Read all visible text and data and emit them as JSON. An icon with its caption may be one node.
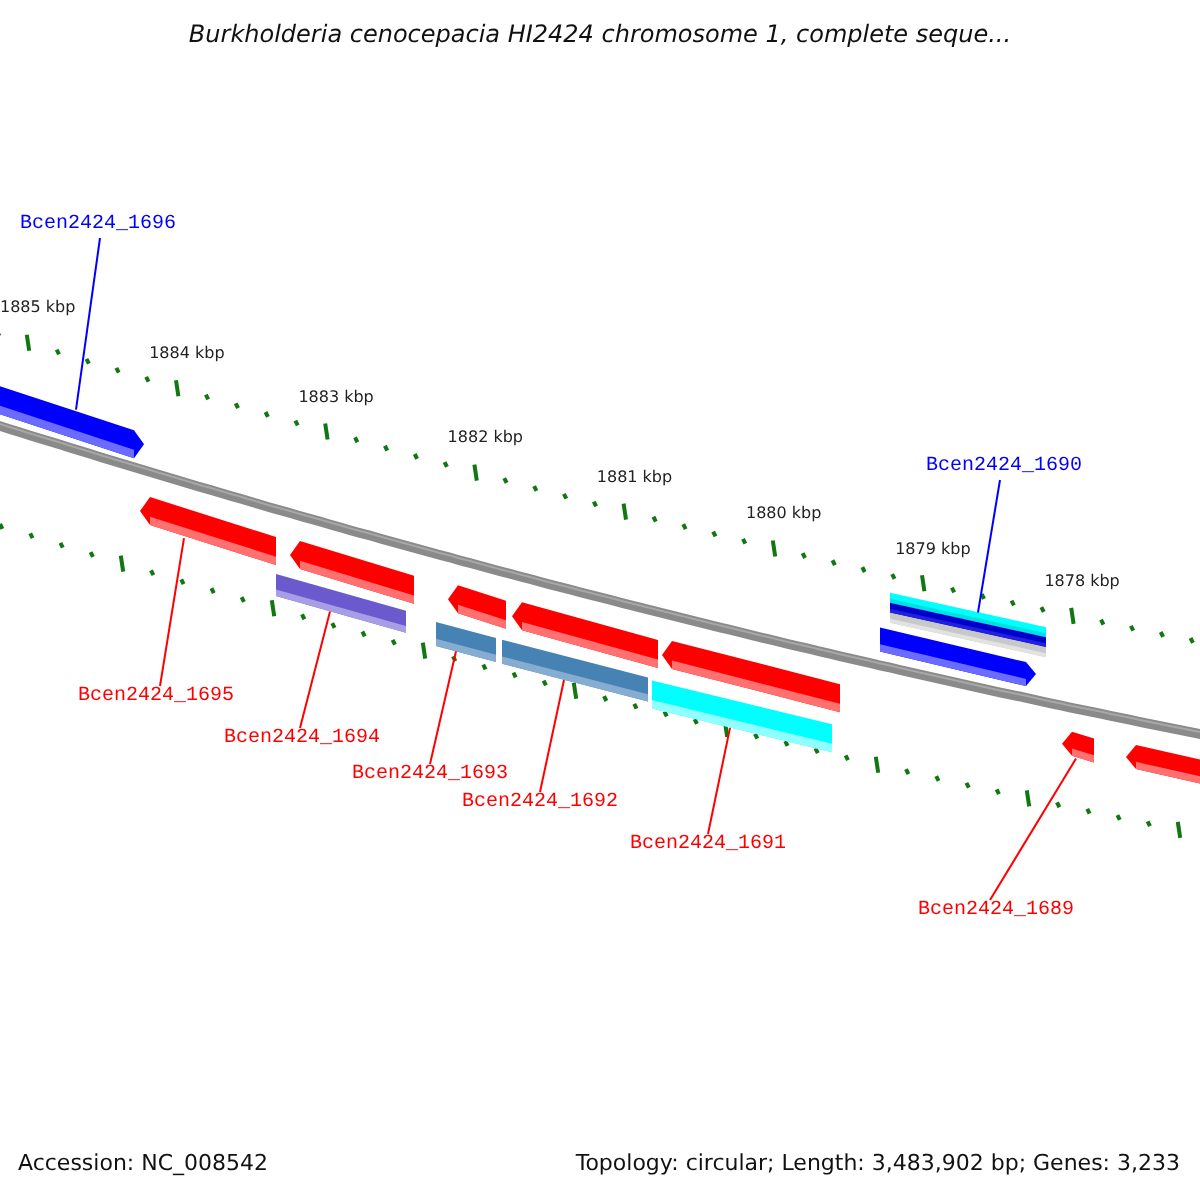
{
  "diagram": {
    "title": "Burkholderia cenocepacia HI2424 chromosome 1, complete seque...",
    "nodes": [
      {
        "text": [
          "Bcen2424_1696"
        ]
      },
      {
        "text": [],
        "shape": "bar"
      },
      {
        "text": [
          "Bcen2424_1695"
        ]
      },
      {
        "text": [],
        "shape": "bar"
      },
      {
        "text": [
          "Bcen2424_1694"
        ]
      },
      {
        "text": [],
        "shape": "bar"
      },
      {
        "text": [
          "Bcen2424_1693"
        ]
      },
      {
        "text": [],
        "shape": "bar"
      },
      {
        "text": [
          "Bcen2424_1692"
        ]
      },
      {
        "text": [],
        "shape": "bar"
      },
      {
        "text": [
          "Bcen2424_1691"
        ]
      },
      {
        "text": [],
        "shape": "bar"
      },
      {
        "text": [
          "Bcen2424_1690"
        ]
      },
      {
        "text": [],
        "shape": "bar"
      },
      {
        "text": [
          "Bcen2424_1689"
        ]
      },
      {
        "text": [],
        "shape": "bar"
      }
    ],
    "edges": [
      {
        "from": 0,
        "to": 1,
        "arrow": "none",
        "color": "#0000ff"
      },
      {
        "from": 2,
        "to": 3,
        "arrow": "none"
      },
      {
        "from": 4,
        "to": 5,
        "arrow": "none"
      },
      {
        "from": 6,
        "to": 7,
        "arrow": "none"
      },
      {
        "from": 8,
        "to": 9,
        "arrow": "none"
      },
      {
        "from": 10,
        "to": 11,
        "arrow": "none"
      },
      {
        "from": 12,
        "to": 13,
        "arrow": "none",
        "color": "#0000ff"
      },
      {
        "from": 14,
        "to": 15,
        "arrow": "none"
      }
    ],
    "labels": [
      "1885 kbp",
      "1884 kbp",
      "1883 kbp",
      "1882 kbp",
      "1881 kbp",
      "1880 kbp",
      "1879 kbp",
      "1878 kbp",
      "Accession: NC_008542",
      "Topology: circular; Length: 3,483,902 bp; Genes: 3,233"
    ]
  }
}
